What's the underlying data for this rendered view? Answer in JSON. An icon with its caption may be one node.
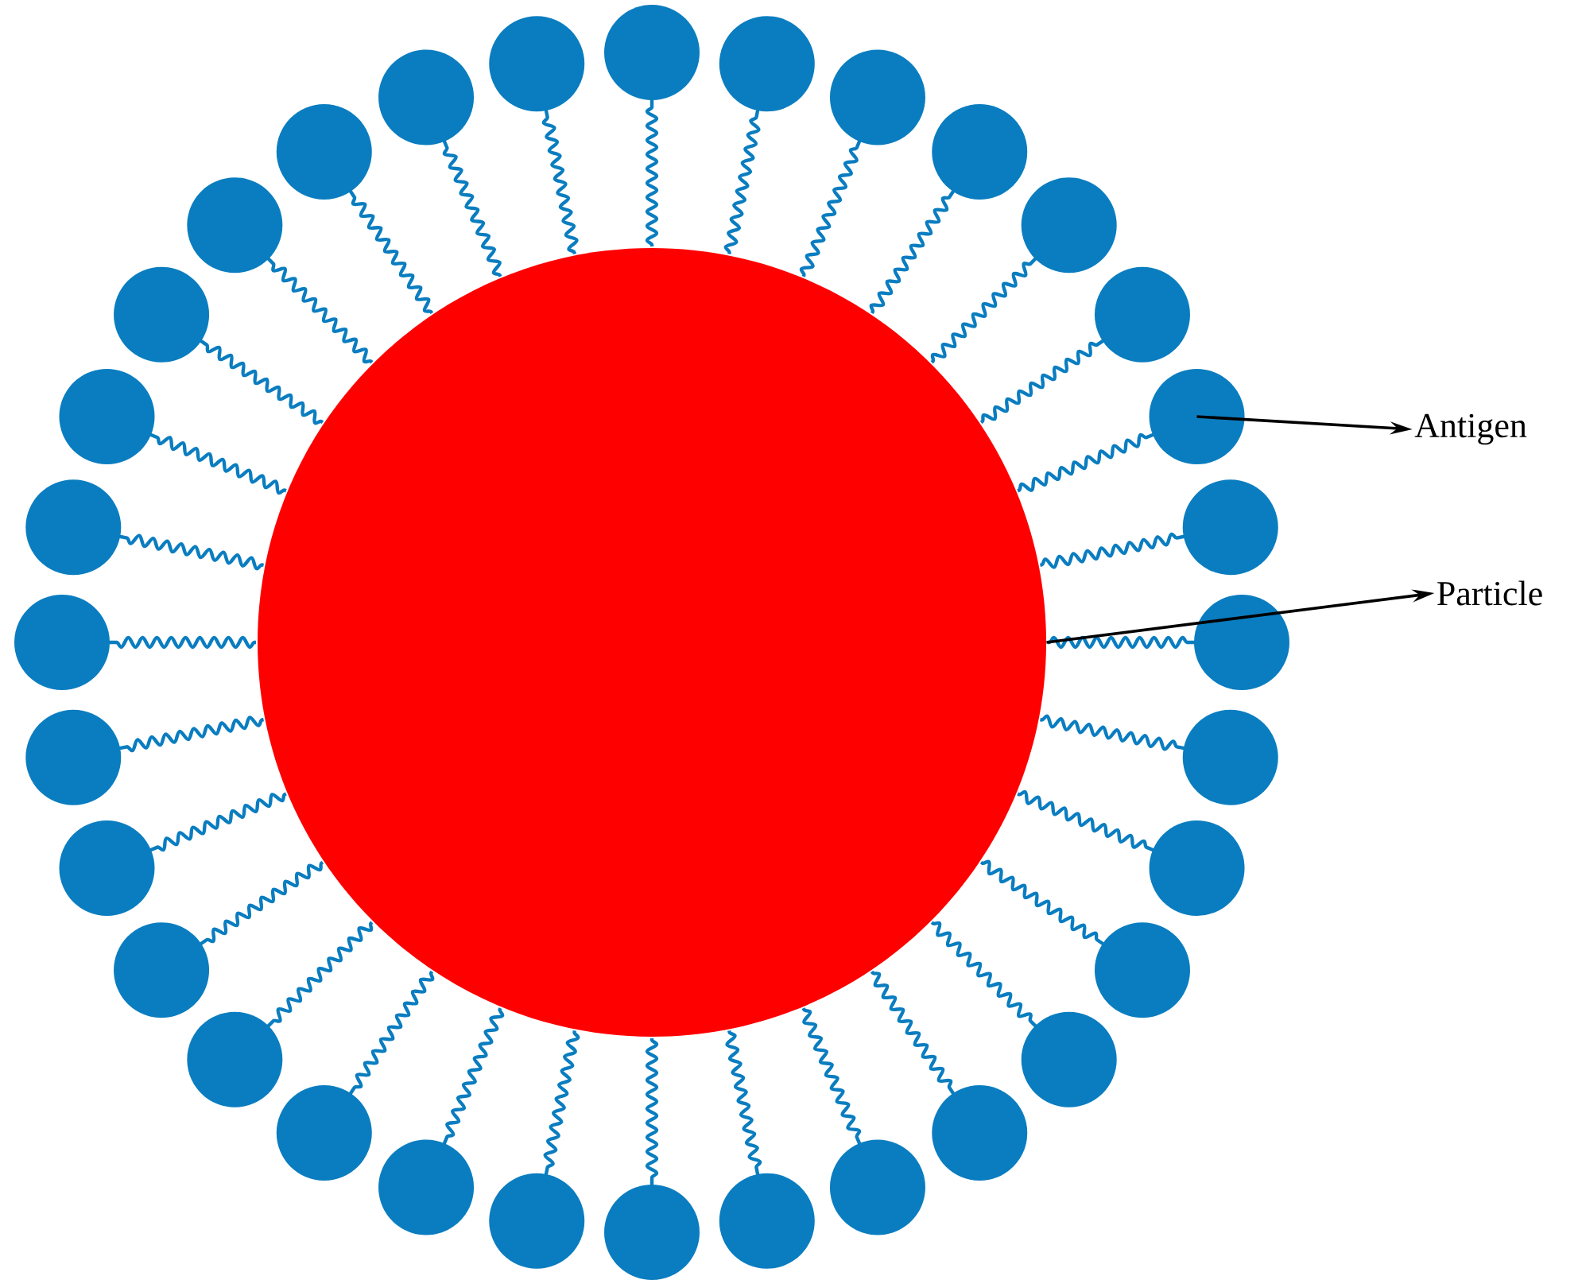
{
  "diagram": {
    "nodes": [
      {
        "text": [],
        "shape": "circle"
      },
      {
        "text": [],
        "shape": "circle"
      },
      {
        "text": [
          "Antigen"
        ]
      },
      {
        "text": [
          "Particle"
        ]
      }
    ],
    "edges": [
      {
        "from": 1,
        "to": 2,
        "arrow": "to"
      },
      {
        "from": 0,
        "to": 3,
        "arrow": "to"
      }
    ]
  }
}
